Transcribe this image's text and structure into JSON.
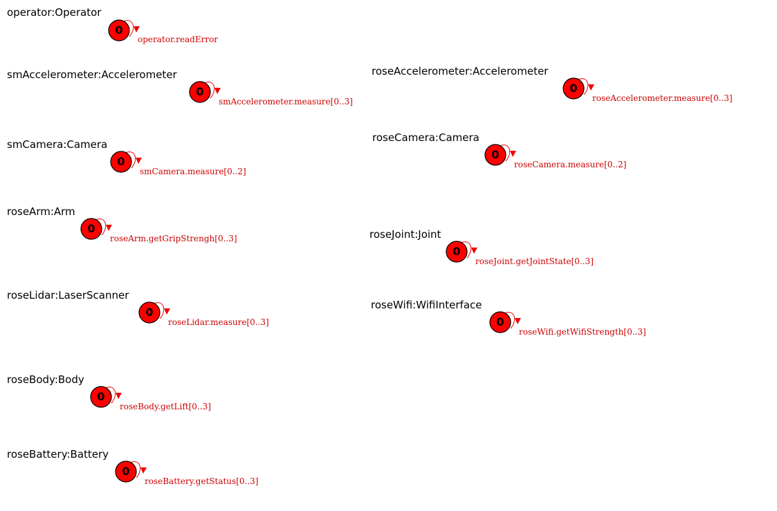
{
  "colors": {
    "state_fill": "#ff0000",
    "state_stroke": "#000000",
    "loop": "#ee0000",
    "transition_text": "#cc0000",
    "title_text": "#000000"
  },
  "components": [
    {
      "title": "operator:Operator",
      "state": "0",
      "transition": "operator.readError"
    },
    {
      "title": "smAccelerometer:Accelerometer",
      "state": "0",
      "transition": "smAccelerometer.measure[0..3]"
    },
    {
      "title": "roseAccelerometer:Accelerometer",
      "state": "0",
      "transition": "roseAccelerometer.measure[0..3]"
    },
    {
      "title": "smCamera:Camera",
      "state": "0",
      "transition": "smCamera.measure[0..2]"
    },
    {
      "title": "roseCamera:Camera",
      "state": "0",
      "transition": "roseCamera.measure[0..2]"
    },
    {
      "title": "roseArm:Arm",
      "state": "0",
      "transition": "roseArm.getGripStrengh[0..3]"
    },
    {
      "title": "roseJoint:Joint",
      "state": "0",
      "transition": "roseJoint.getJointState[0..3]"
    },
    {
      "title": "roseLidar:LaserScanner",
      "state": "0",
      "transition": "roseLidar.measure[0..3]"
    },
    {
      "title": "roseWifi:WifiInterface",
      "state": "0",
      "transition": "roseWifi.getWifiStrength[0..3]"
    },
    {
      "title": "roseBody:Body",
      "state": "0",
      "transition": "roseBody.getLift[0..3]"
    },
    {
      "title": "roseBattery:Battery",
      "state": "0",
      "transition": "roseBattery.getStatus[0..3]"
    }
  ]
}
